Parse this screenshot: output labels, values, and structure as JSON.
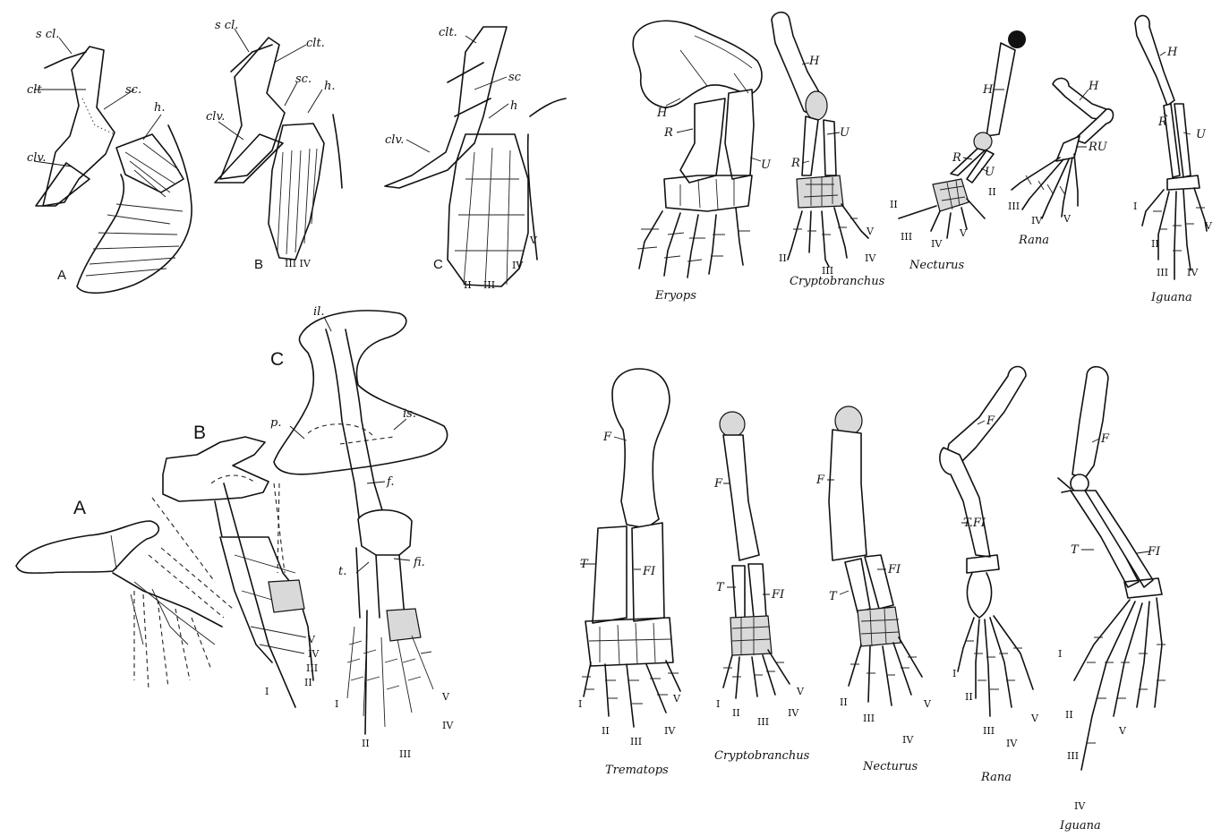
{
  "shoulder_panels": {
    "panel_letters": [
      "A",
      "B",
      "C"
    ],
    "labels": {
      "a_scl": "s cl.",
      "a_clt": "clt",
      "a_sc": "sc.",
      "a_h": "h.",
      "a_clv": "clv.",
      "b_scl": "s cl.",
      "b_clt": "clt.",
      "b_sc": "sc.",
      "b_h": "h.",
      "b_clv": "clv.",
      "c_clt": "clt.",
      "c_sc": "sc",
      "c_h": "h",
      "c_clv": "clv."
    },
    "digits_b": "III IV",
    "digits_c": [
      "II",
      "III",
      "IV",
      "V"
    ]
  },
  "pelvic_panels": {
    "panel_letters": [
      "A",
      "B",
      "C"
    ],
    "labels": {
      "il": "il.",
      "is": "is.",
      "p": "p.",
      "f": "f.",
      "fi": "fi.",
      "t": "t."
    },
    "digits_b": [
      "I",
      "II",
      "III",
      "IV",
      "V"
    ],
    "digits_c": [
      "I",
      "II",
      "III",
      "IV",
      "V"
    ]
  },
  "forelimbs": {
    "bone_labels": {
      "H": "H",
      "R": "R",
      "U": "U",
      "RU": "RU"
    },
    "captions": [
      "Eryops",
      "Cryptobranchus",
      "Necturus",
      "Rana",
      "Iguana"
    ],
    "digits": [
      "I",
      "II",
      "III",
      "IV",
      "V"
    ]
  },
  "hindlimbs": {
    "bone_labels": {
      "F": "F",
      "T": "T",
      "FI": "FI",
      "TFI": "T.FI"
    },
    "captions": [
      "Trematops",
      "Cryptobranchus",
      "Necturus",
      "Rana",
      "Iguana"
    ],
    "digits": [
      "I",
      "II",
      "III",
      "IV",
      "V"
    ]
  }
}
